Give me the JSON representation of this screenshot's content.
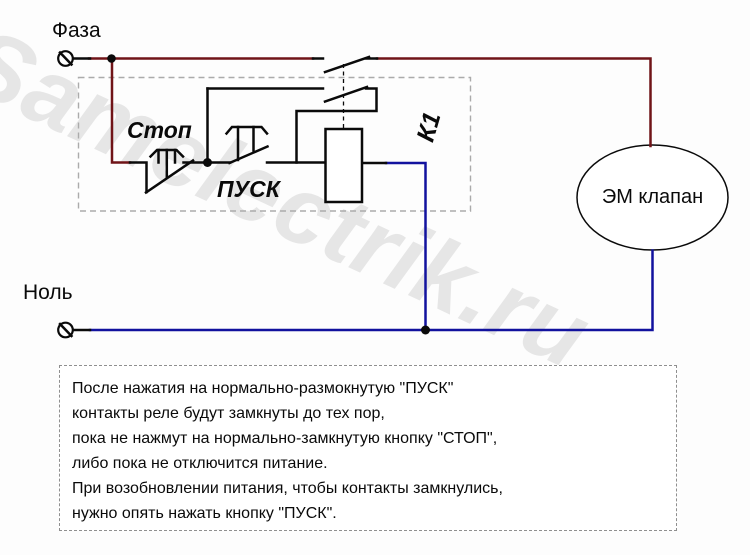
{
  "labels": {
    "phase": "Фаза",
    "neutral": "Ноль",
    "stop": "Стоп",
    "start": "ПУСК",
    "relay": "К1",
    "valve": "ЭМ клапан"
  },
  "watermark": {
    "text": "Samelectrik.ru"
  },
  "note": {
    "lines": [
      "После нажатия на нормально-размокнутую \"ПУСК\"",
      "контакты реле будут замкнуты до тех пор,",
      "пока не нажмут на нормально-замкнутую кнопку \"СТОП\",",
      "либо пока не отключится питание.",
      "При возобновлении питания, чтобы контакты замкнулись,",
      "нужно опять нажать кнопку \"ПУСК\"."
    ]
  },
  "colors": {
    "phase_wire": "#701418",
    "neutral_wire": "#12129e",
    "line": "#0a0a0a",
    "dashed_box": "#ababab",
    "watermark": "rgba(0,0,0,0.09)"
  }
}
